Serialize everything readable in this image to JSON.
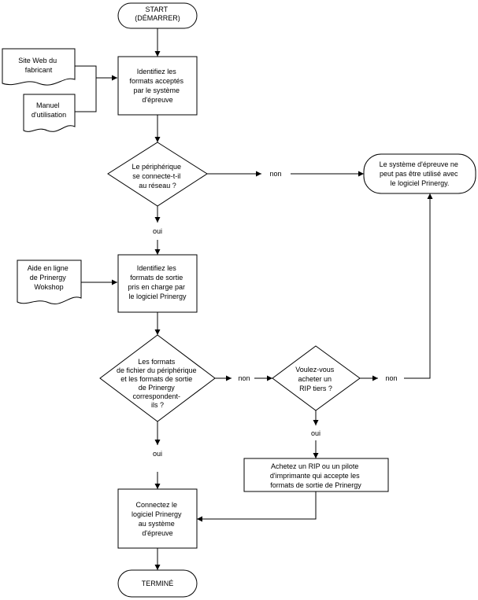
{
  "diagram": {
    "start": [
      "START",
      "(DÉMARRER)"
    ],
    "doc_website": [
      "Site Web du",
      "fabricant"
    ],
    "doc_manual": [
      "Manuel",
      "d'utilisation"
    ],
    "step_identify_formats": [
      "Identifiez les",
      "formats acceptés",
      "par le système",
      "d'épreuve"
    ],
    "decision_network": [
      "Le périphérique",
      "se connecte-t-il",
      "au réseau ?"
    ],
    "label_no_1": "non",
    "label_yes_1": "oui",
    "result_not_usable": [
      "Le système d'épreuve ne",
      "peut pas être utilisé avec",
      "le logiciel Prinergy."
    ],
    "doc_online_help": [
      "Aide en ligne",
      "de Prinergy",
      "Wokshop"
    ],
    "step_identify_output": [
      "Identifiez les",
      "formats de sortie",
      "pris en charge par",
      "le logiciel Prinergy"
    ],
    "decision_formats_match": [
      "Les formats",
      "de fichier du périphérique",
      "et les formats de sortie",
      "de Prinergy",
      "correspondent-",
      "ils ?"
    ],
    "label_no_2": "non",
    "decision_rip": [
      "Voulez-vous",
      "acheter un",
      "RIP tiers ?"
    ],
    "label_no_3": "non",
    "label_yes_2": "oui",
    "label_yes_3": "oui",
    "step_buy_rip": [
      "Achetez un RIP ou un pilote",
      "d'imprimante qui accepte les",
      "formats de sortie de Prinergy"
    ],
    "step_connect": [
      "Connectez le",
      "logiciel Prinergy",
      "au système",
      "d'épreuve"
    ],
    "end": [
      "TERMINÉ"
    ]
  }
}
